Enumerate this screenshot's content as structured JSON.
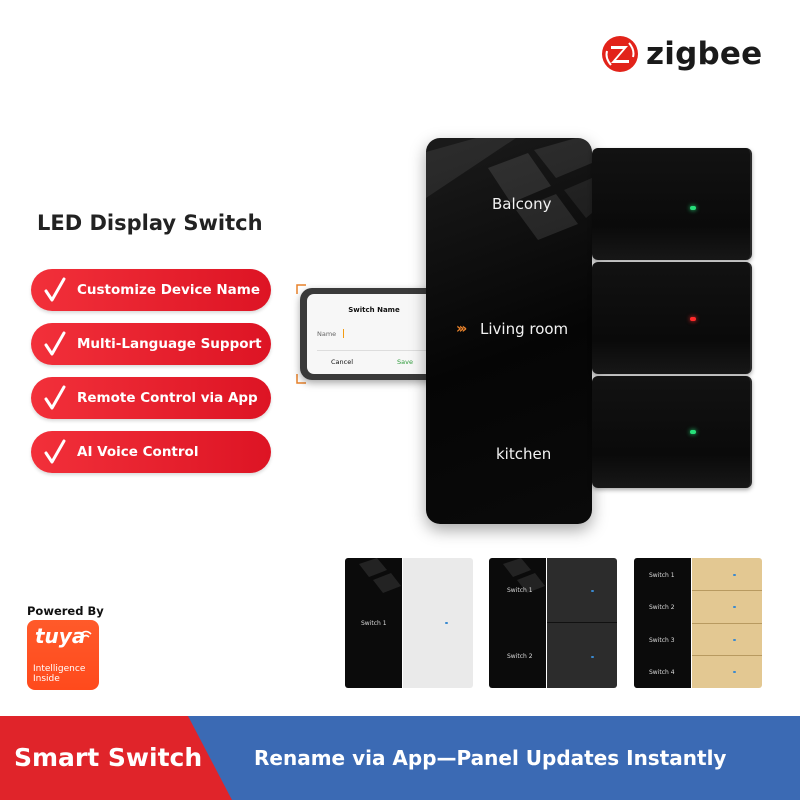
{
  "brand": {
    "name": "zigbee",
    "color": "#e2231a"
  },
  "heading": "LED Display Switch",
  "features": [
    {
      "label": "Customize Device Name",
      "icon": "check-icon"
    },
    {
      "label": "Multi-Language Support",
      "icon": "check-icon"
    },
    {
      "label": "Remote Control via App",
      "icon": "check-icon"
    },
    {
      "label": "AI Voice Control",
      "icon": "check-icon"
    }
  ],
  "dialog": {
    "title": "Switch Name",
    "field_label": "Name",
    "cancel": "Cancel",
    "save": "Save"
  },
  "main_switch": {
    "labels": [
      "Balcony",
      "Living room",
      "kitchen"
    ],
    "led_colors": [
      "#27e07a",
      "#ff2a2a",
      "#27e07a"
    ]
  },
  "variants": [
    {
      "style": "black-white",
      "labels": [
        "Switch 1"
      ]
    },
    {
      "style": "black-gray",
      "labels": [
        "Switch 1",
        "Switch 2"
      ]
    },
    {
      "style": "black-gold",
      "labels": [
        "Switch 1",
        "Switch 2",
        "Switch 3",
        "Switch 4"
      ]
    }
  ],
  "tuya": {
    "powered_by": "Powered By",
    "name": "tuya",
    "tagline_1": "Intelligence",
    "tagline_2": "Inside"
  },
  "banner": {
    "left": "Smart Switch",
    "right": "Rename via App—Panel Updates Instantly"
  },
  "colors": {
    "accent_red": "#e0242a",
    "banner_blue": "#3b6ab4",
    "tuya_orange": "#ff4a1c",
    "gold": "#e3c892"
  }
}
